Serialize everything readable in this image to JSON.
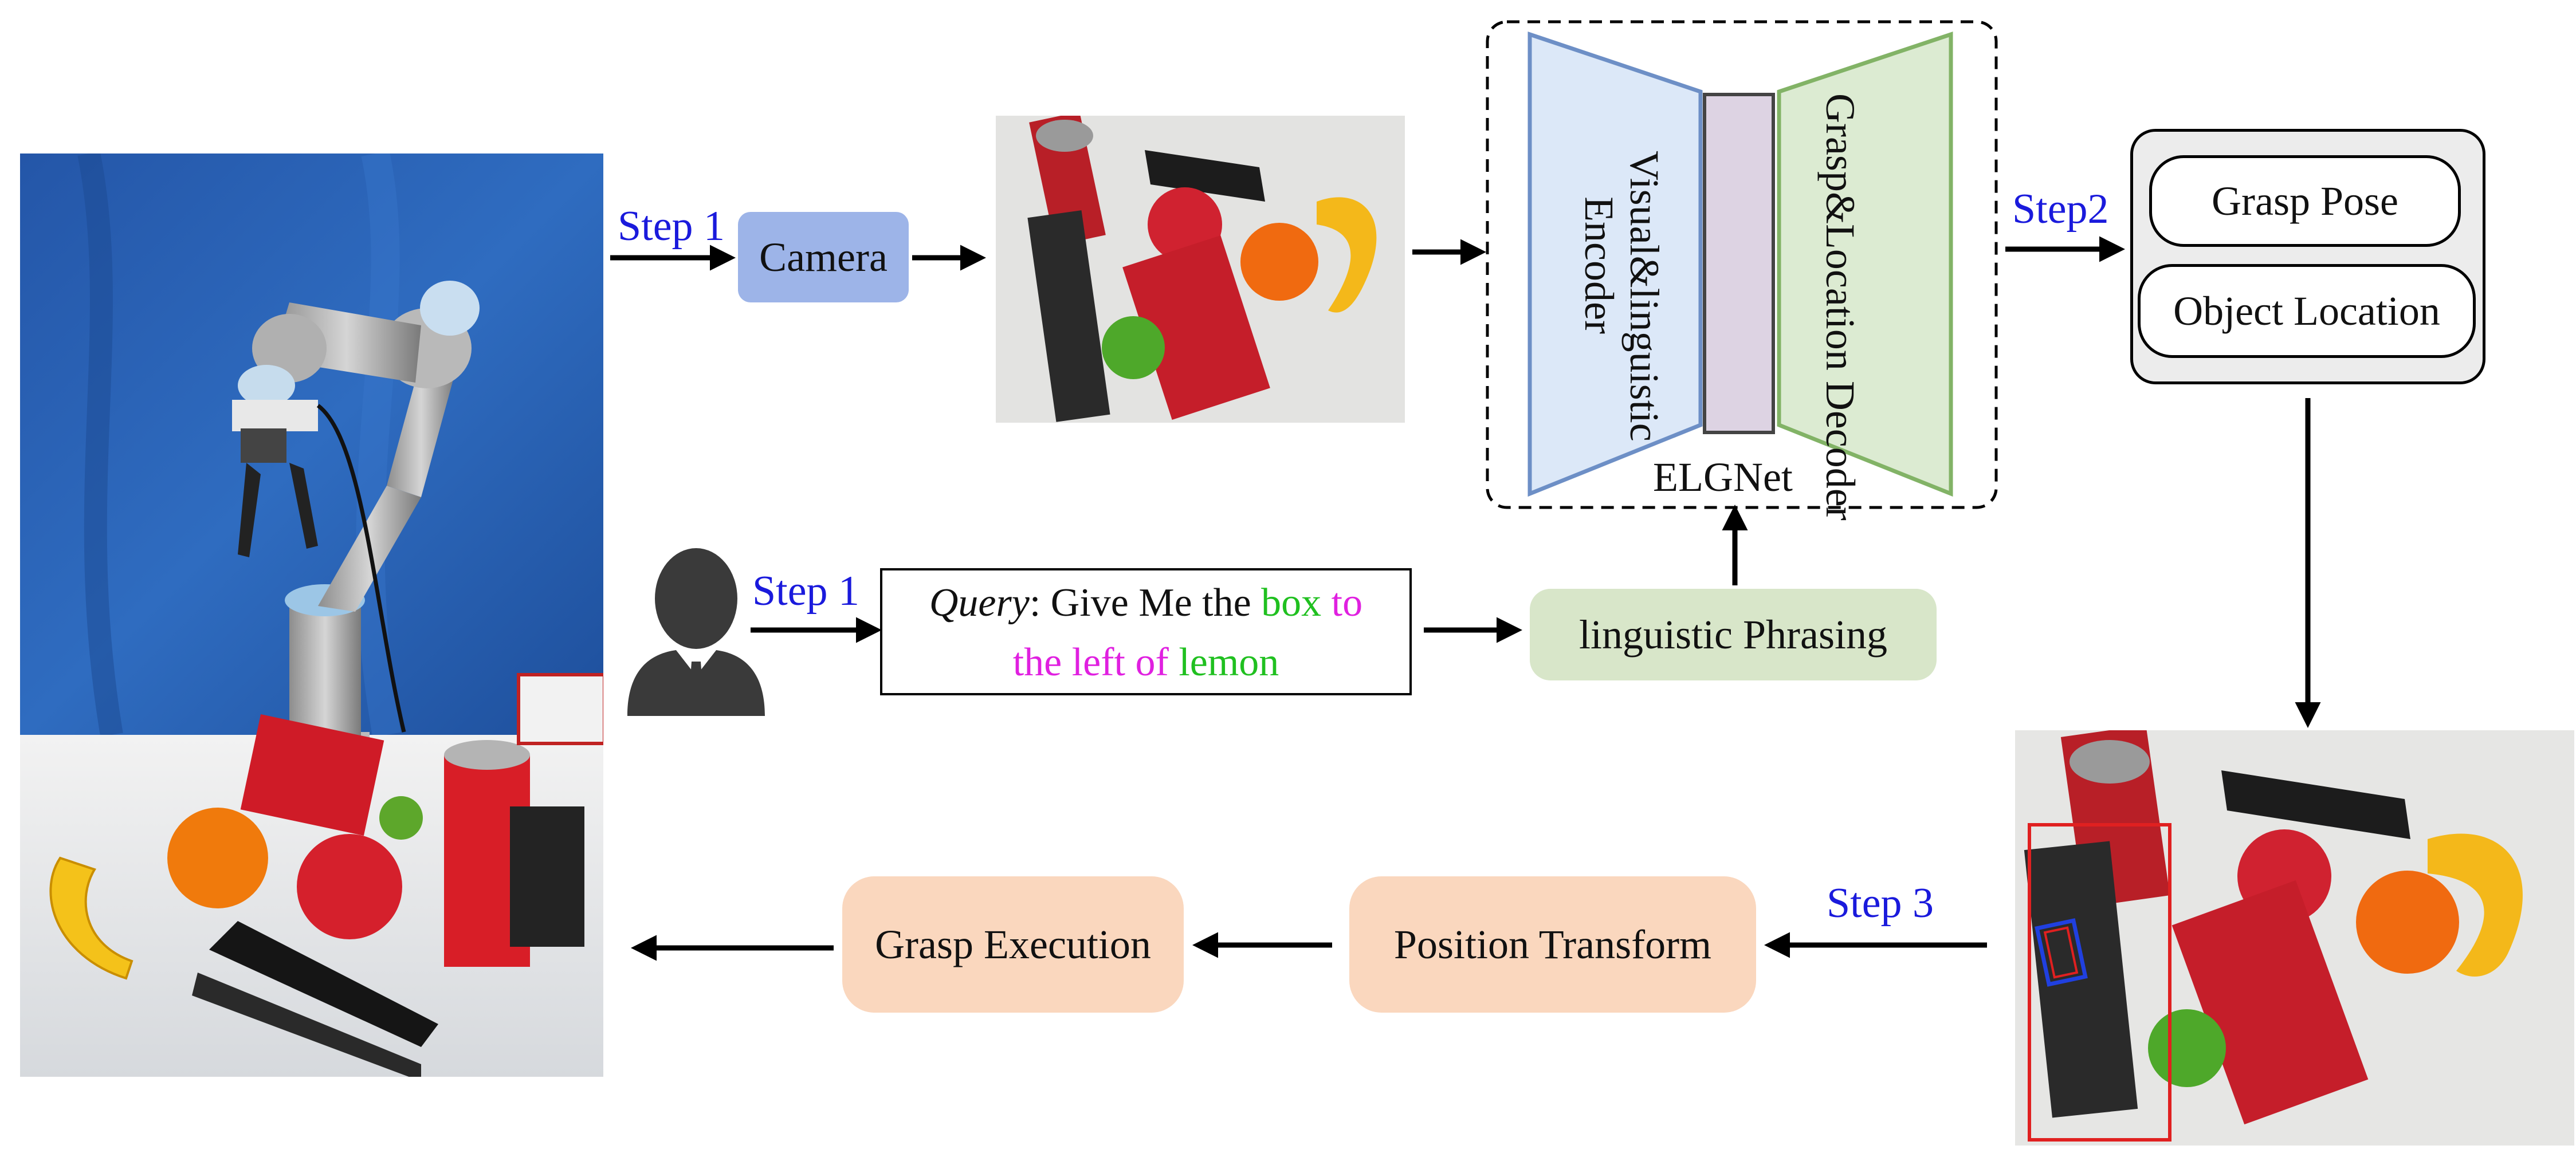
{
  "steps": {
    "camera_step": "Step 1",
    "query_step": "Step 1",
    "output_step": "Step2",
    "transform_step": "Step 3"
  },
  "nodes": {
    "camera": "Camera",
    "encoder_line1": "Visual&linguistic",
    "encoder_line2": "Encoder",
    "decoder": "Grasp&Location Decoder",
    "network_name": "ELGNet",
    "phrasing": "linguistic Phrasing",
    "grasp_pose": "Grasp Pose",
    "object_location": "Object Location",
    "position_transform": "Position Transform",
    "grasp_execution": "Grasp Execution"
  },
  "query": {
    "prefix": "Query",
    "colon_text": ": Give Me the ",
    "w_box": "box",
    "w_to": " to",
    "w_left": "the left of ",
    "w_lemon": "lemon"
  },
  "colors": {
    "step_blue": "#1a1adc",
    "camera_fill": "#9db4e8",
    "encoder_fill": "#dce8f8",
    "encoder_stroke": "#6d8fc6",
    "bottleneck_fill": "#ddd3e3",
    "decoder_fill": "#dcebd2",
    "decoder_stroke": "#82b366",
    "phrasing_fill": "#d8e6c9",
    "action_fill": "#fad7be",
    "output_panel_fill": "#ececec",
    "query_green": "#20c020",
    "query_magenta": "#e020e0",
    "bbox_red": "#e02020",
    "bbox_blue": "#2040e0"
  }
}
